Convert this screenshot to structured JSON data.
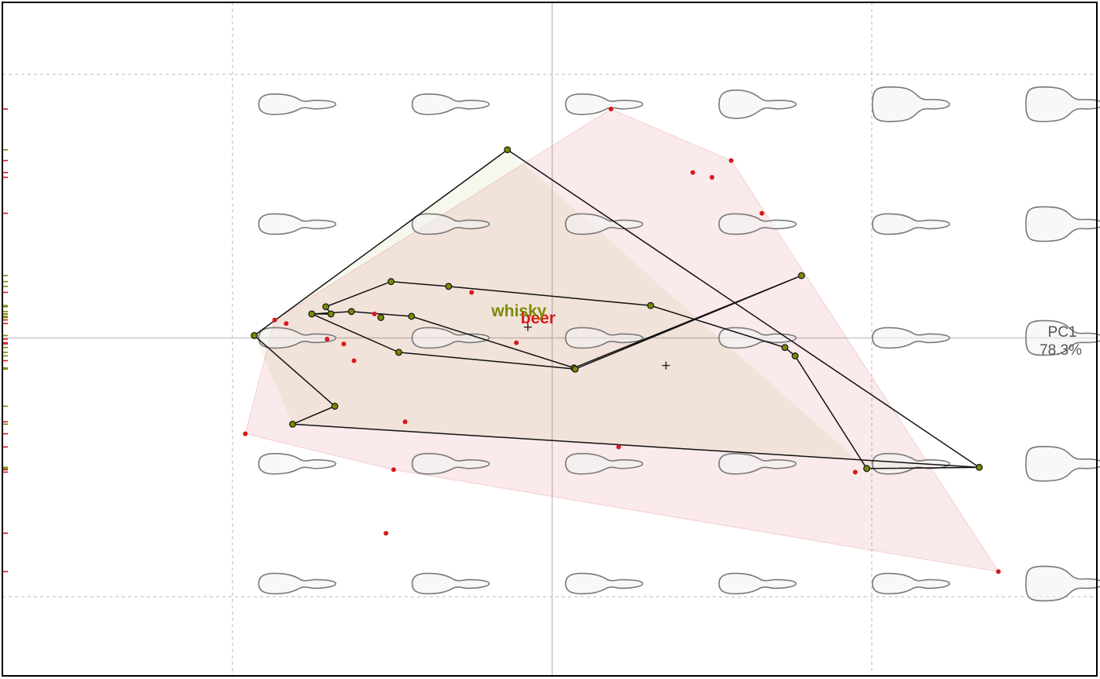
{
  "chart_data": {
    "type": "scatter",
    "axis_label": {
      "name": "PC1",
      "variance": "78.3%"
    },
    "colors": {
      "beer": "#d7191c",
      "whisky": "#7a8c00",
      "path": "#111111",
      "border": "#000000"
    },
    "groups": [
      {
        "name": "beer",
        "hull_fill": "rgba(215,25,28,0.09)",
        "hull_stroke": "rgba(215,25,28,0.15)",
        "centroid": [
          -0.19,
          0.09
        ],
        "label_pos": [
          -0.11,
          0.12
        ],
        "points": [
          [
            0.46,
            1.91
          ],
          [
            1.4,
            1.48
          ],
          [
            1.1,
            1.38
          ],
          [
            1.25,
            1.34
          ],
          [
            1.64,
            1.04
          ],
          [
            -0.63,
            0.38
          ],
          [
            -2.17,
            0.15
          ],
          [
            -2.08,
            0.12
          ],
          [
            -1.39,
            0.2
          ],
          [
            -1.76,
            -0.01
          ],
          [
            -1.63,
            -0.05
          ],
          [
            -1.55,
            -0.19
          ],
          [
            -0.28,
            -0.04
          ],
          [
            -1.15,
            -0.7
          ],
          [
            -2.4,
            -0.8
          ],
          [
            0.52,
            -0.91
          ],
          [
            -1.24,
            -1.1
          ],
          [
            2.37,
            -1.12
          ],
          [
            -1.3,
            -1.63
          ],
          [
            3.49,
            -1.95
          ]
        ],
        "hull_order": [
          0,
          1,
          19,
          16,
          14,
          6
        ]
      },
      {
        "name": "whisky",
        "hull_fill": "rgba(122,140,0,0.07)",
        "hull_stroke": "rgba(0,0,0,0)",
        "centroid": [
          0.89,
          -0.23
        ],
        "label_pos": [
          -0.26,
          0.18
        ],
        "points": [
          [
            -0.35,
            1.57
          ],
          [
            -2.33,
            0.02
          ],
          [
            -2.03,
            -0.72
          ],
          [
            1.95,
            0.52
          ],
          [
            2.46,
            -1.09
          ],
          [
            -1.77,
            0.26
          ],
          [
            -1.88,
            0.2
          ],
          [
            -1.26,
            0.47
          ],
          [
            -0.81,
            0.43
          ],
          [
            0.77,
            0.27
          ],
          [
            -1.1,
            0.18
          ],
          [
            -1.2,
            -0.12
          ],
          [
            1.82,
            -0.08
          ],
          [
            0.17,
            -0.25
          ],
          [
            -1.73,
            0.2
          ],
          [
            1.9,
            -0.15
          ],
          [
            -1.57,
            0.22
          ],
          [
            0.18,
            -0.26
          ],
          [
            3.34,
            -1.08
          ],
          [
            -1.7,
            -0.57
          ],
          [
            -1.34,
            0.17
          ]
        ],
        "path_order": [
          4,
          18,
          2,
          19,
          1,
          0,
          18,
          4,
          15,
          12,
          9,
          8,
          7,
          5,
          14,
          6,
          16,
          10,
          13,
          3,
          17,
          11,
          6
        ],
        "hull_order": [
          0,
          4,
          18,
          2,
          1
        ]
      }
    ],
    "shape_grid": {
      "x": [
        -2.0,
        -0.8,
        0.4,
        1.6,
        2.8,
        4.0
      ],
      "y": [
        1.95,
        0.95,
        0.0,
        -1.05,
        -2.05
      ],
      "variant_by_row": [
        [
          "slim",
          "slim",
          "slim",
          "bulb",
          "bottle",
          "bottle"
        ],
        [
          "slim",
          "slim",
          "slim",
          "slim",
          "slim",
          "bottle"
        ],
        [
          "slim",
          "slim",
          "slim",
          "slim",
          "slim",
          "bottle"
        ],
        [
          "slim",
          "slim",
          "slim",
          "slim",
          "slim",
          "bottle"
        ],
        [
          "slim",
          "slim",
          "slim",
          "slim",
          "slim",
          "bottle"
        ]
      ]
    },
    "xlim": [
      -4.3,
      4.26
    ],
    "ylim": [
      -2.82,
      2.8
    ]
  }
}
